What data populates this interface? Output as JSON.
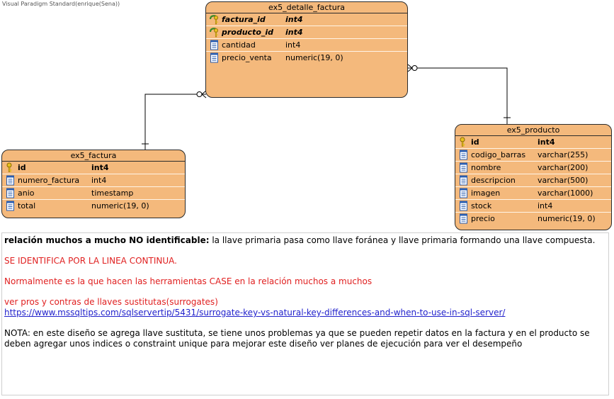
{
  "watermark": "Visual Paradigm Standard(enrique(Sena))",
  "entities": {
    "detalle": {
      "title": "ex5_detalle_factura",
      "columns": [
        {
          "name": "factura_id",
          "type": "int4",
          "key": "fk"
        },
        {
          "name": "producto_id",
          "type": "int4",
          "key": "fk"
        },
        {
          "name": "cantidad",
          "type": "int4",
          "key": "none"
        },
        {
          "name": "precio_venta",
          "type": "numeric(19, 0)",
          "key": "none"
        }
      ]
    },
    "factura": {
      "title": "ex5_factura",
      "columns": [
        {
          "name": "id",
          "type": "int4",
          "key": "pk"
        },
        {
          "name": "numero_factura",
          "type": "int4",
          "key": "none"
        },
        {
          "name": "anio",
          "type": "timestamp",
          "key": "none"
        },
        {
          "name": "total",
          "type": "numeric(19, 0)",
          "key": "none"
        }
      ]
    },
    "producto": {
      "title": "ex5_producto",
      "columns": [
        {
          "name": "id",
          "type": "int4",
          "key": "pk"
        },
        {
          "name": "codigo_barras",
          "type": "varchar(255)",
          "key": "none"
        },
        {
          "name": "nombre",
          "type": "varchar(200)",
          "key": "none"
        },
        {
          "name": "descripcion",
          "type": "varchar(500)",
          "key": "none"
        },
        {
          "name": "imagen",
          "type": "varchar(1000)",
          "key": "none"
        },
        {
          "name": "stock",
          "type": "int4",
          "key": "none"
        },
        {
          "name": "precio",
          "type": "numeric(19, 0)",
          "key": "none"
        }
      ]
    }
  },
  "note": {
    "heading_bold": "relación muchos a mucho NO identificable:",
    "heading_rest": " la llave primaria pasa como llave foránea y llave primaria formando una llave compuesta.",
    "line_identifica": "SE IDENTIFICA POR LA LINEA CONTINUA.",
    "line_normalmente": "Normalmente es la que hacen las herramientas CASE en la relación muchos a muchos",
    "line_pros": "ver pros y contras de llaves sustitutas(surrogates)",
    "link": "https://www.mssqltips.com/sqlservertip/5431/surrogate-key-vs-natural-key-differences-and-when-to-use-in-sql-server/",
    "line_nota": "NOTA: en este diseño se agrega llave sustituta, se tiene unos problemas ya que se pueden repetir datos en la factura y en el producto se deben agregar unos indices o constraint unique para mejorar este diseño ver planes de ejecución para ver el desempeño"
  },
  "colors": {
    "entity_fill": "#f4b97c",
    "note_red": "#e02020",
    "link": "#2222cc"
  }
}
